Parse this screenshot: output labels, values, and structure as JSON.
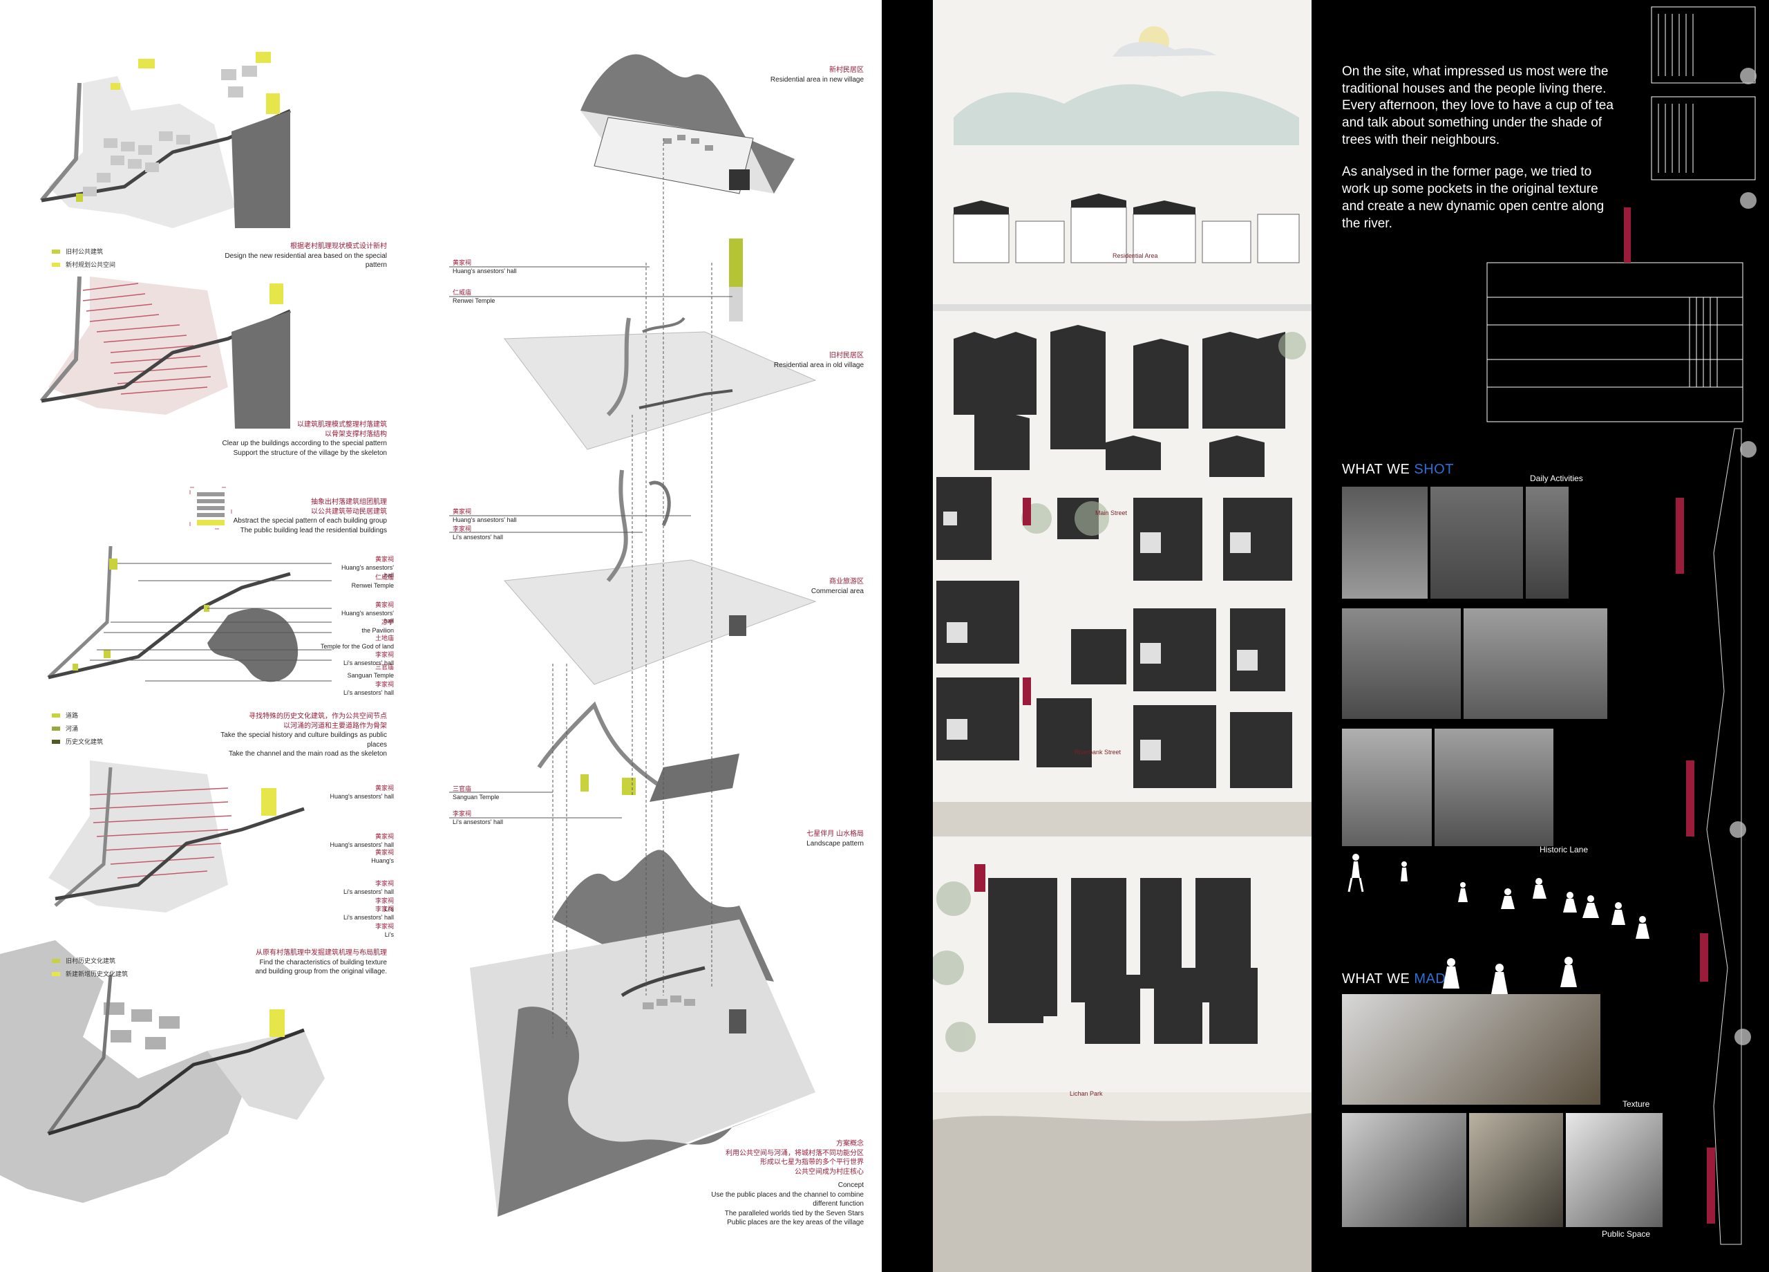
{
  "left_panel": {
    "step1": {
      "cn": "根据老村肌理现状模式设计新村",
      "en": "Design the new residential area based on the special pattern"
    },
    "step1_legend": [
      {
        "label": "旧村公共建筑",
        "color": "#c8d23c"
      },
      {
        "label": "新村规划公共空间",
        "color": "#e6e64a"
      }
    ],
    "step2": {
      "cn": "以建筑肌理模式整理村落建筑",
      "cn2": "以骨架支撑村落结构",
      "en": "Clear up the buildings according to the special pattern",
      "en2": "Support the structure of the village by the skeleton"
    },
    "step3": {
      "cn": "抽象出村落建筑组团肌理",
      "cn2": "以公共建筑带动民居建筑",
      "en": "Abstract the special pattern of each building group",
      "en2": "The public building lead the residential buildings"
    },
    "step4_labels": [
      {
        "cn": "黄家祠",
        "en": "Huang's ansestors' hall"
      },
      {
        "cn": "仁威庙",
        "en": "Renwei Temple"
      },
      {
        "cn": "黄家祠",
        "en": "Huang's ansestors' hall"
      },
      {
        "cn": "凉亭",
        "en": "the Pavilion"
      },
      {
        "cn": "土地庙",
        "en": "Temple for the God of land"
      },
      {
        "cn": "李家祠",
        "en": "Li's ansestors' hall"
      },
      {
        "cn": "三官庙",
        "en": "Sanguan Temple"
      },
      {
        "cn": "李家祠",
        "en": "Li's ansestors' hall"
      }
    ],
    "step4_legend": [
      {
        "label": "道路",
        "color": "#c8d23c"
      },
      {
        "label": "河涌",
        "color": "#9aa83a"
      },
      {
        "label": "历史文化建筑",
        "color": "#4f5a28"
      }
    ],
    "step4": {
      "cn": "寻找特殊的历史文化建筑，作为公共空间节点",
      "cn2": "以河涌的河道和主要道路作为骨架",
      "en": "Take the special history and culture buildings as public places",
      "en2": "Take the channel and the main road as the skeleton"
    },
    "step5_labels": [
      {
        "cn": "黄家祠",
        "en": "Huang's ansestors' hall"
      },
      {
        "cn": "黄家祠",
        "en": "Huang's ansestors' hall"
      },
      {
        "cn": "黄家祠",
        "en": "Huang's"
      },
      {
        "cn": "李家祠",
        "en": "Li's ansestors' hall"
      },
      {
        "cn": "李家祠",
        "en": "Li's"
      },
      {
        "cn": "李家祠",
        "en": "Li's ansestors' hall"
      },
      {
        "cn": "李家祠",
        "en": "Li's"
      }
    ],
    "step5_legend": [
      {
        "label": "旧村历史文化建筑",
        "color": "#c8d23c"
      },
      {
        "label": "新建新增历史文化建筑",
        "color": "#e6e64a"
      }
    ],
    "step5": {
      "cn": "从原有村落肌理中发掘建筑机理与布局肌理",
      "en": "Find the characteristics of building texture",
      "en2": "and building group from the original village."
    }
  },
  "exploded": {
    "layer1": {
      "cn": "新村民居区",
      "en": "Residential area in new village"
    },
    "layer2": {
      "cn": "旧村民居区",
      "en": "Residential area in old village"
    },
    "layer3": {
      "cn": "商业旅游区",
      "en": "Commercial area"
    },
    "layer4": {
      "cn": "七星伴月 山水格局",
      "en": "Landscape pattern"
    },
    "tags": [
      {
        "cn": "黄家祠",
        "en": "Huang's ansestors' hall"
      },
      {
        "cn": "仁威庙",
        "en": "Renwei Temple"
      },
      {
        "cn": "黄家祠",
        "en": "Huang's ansestors' hall"
      },
      {
        "cn": "李家祠",
        "en": "Li's ansestors' hall"
      },
      {
        "cn": "三官庙",
        "en": "Sanguan Temple"
      },
      {
        "cn": "李家祠",
        "en": "Li's ansestors' hall"
      }
    ],
    "concept": {
      "cn": "方案概念",
      "cn2": "利用公共空间与河涌，将城村落不同功能分区",
      "cn3": "形成以七星为指带的多个平行世界",
      "cn4": "公共空间成为村庄核心",
      "en": "Concept",
      "en2": "Use the public places and the channel to combine",
      "en3": "different function",
      "en4": "The paralleled worlds tied by the Seven Stars",
      "en5": "Public places are the key areas of the village"
    }
  },
  "center_plan": {
    "streets": [
      "Residential Area",
      "Main Street",
      "Riverbank Street",
      "Lichan Park"
    ],
    "colors": {
      "roof": "#2b2b2b",
      "ground": "#f1efea",
      "river": "#dcd8d0",
      "accent": "#9b1c3a"
    }
  },
  "right_panel": {
    "intro": [
      "On the site, what impressed us most were the traditional houses and the people living there. Every afternoon, they love to have a cup of tea and talk about something under the shade of trees with their neighbours.",
      "As analysed in the former page, we tried to work up some pockets in the original texture and create a new dynamic open centre along the river."
    ],
    "shot_title_a": "WHAT WE ",
    "shot_title_b": "SHOT",
    "made_title_a": "WHAT WE ",
    "made_title_b": "MADE",
    "captions": {
      "daily": "Daily Activities",
      "lane": "Historic Lane",
      "texture": "Texture",
      "public": "Public Space"
    },
    "accent": "#2d6fd6"
  }
}
